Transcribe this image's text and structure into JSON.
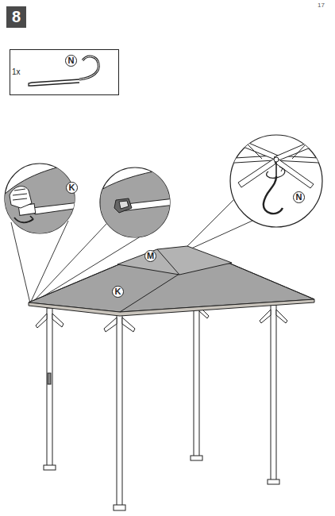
{
  "diagram": {
    "nodes": [
      {
        "text": [
          "8"
        ]
      },
      {
        "text": [
          "1x",
          "N"
        ]
      }
    ],
    "labels": [
      "17",
      "K",
      "N",
      "M",
      "K"
    ]
  }
}
